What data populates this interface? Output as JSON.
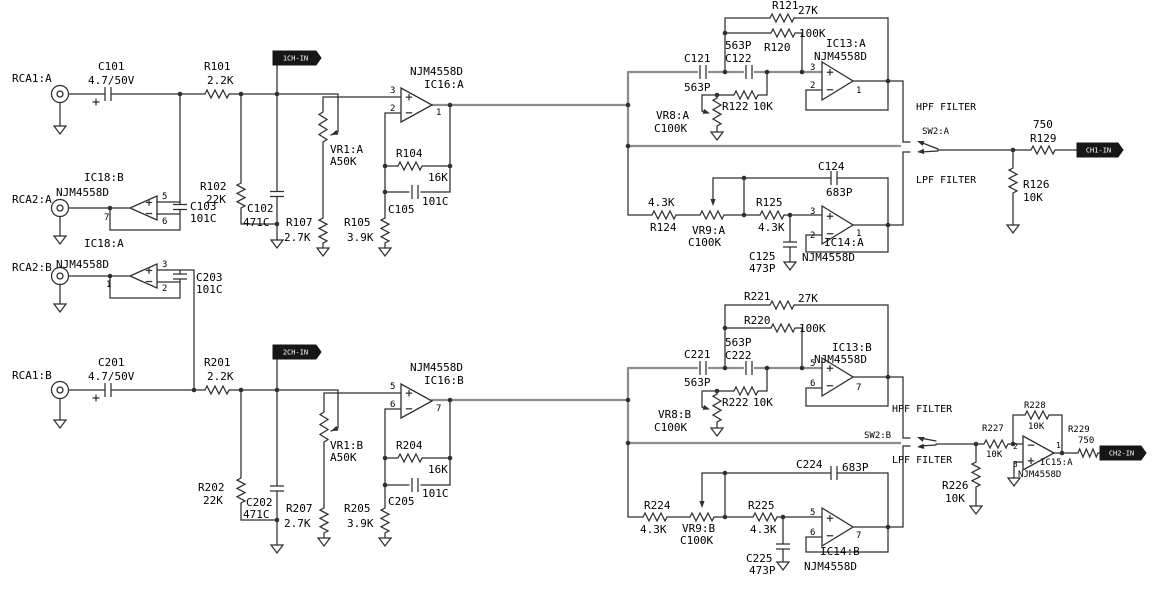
{
  "page": {
    "background": "#ffffff",
    "line_color": "#2f2f2f",
    "highlight_net_color": "#8d8d8d"
  },
  "connectors": {
    "rca1a": "RCA1:A",
    "rca2a": "RCA2:A",
    "rca2b": "RCA2:B",
    "rca1b": "RCA1:B"
  },
  "flags": {
    "ch_a_in": "1CH-IN",
    "ch_b_in": "2CH-IN",
    "ch1_out": "CH1-IN",
    "ch2_out": "CH2-IN"
  },
  "switches": {
    "sw2a": "SW2:A",
    "sw2b": "SW2:B"
  },
  "annotations": {
    "hpf_a": "HPF FILTER",
    "lpf_a": "LPF FILTER",
    "hpf_b": "HPF FILTER",
    "lpf_b": "LPF FILTER"
  },
  "ics": {
    "ic18b": {
      "ref": "IC18:B",
      "part": "NJM4558D",
      "pin_plus": "5",
      "pin_minus": "6",
      "pin_out": "7"
    },
    "ic18a": {
      "ref": "IC18:A",
      "part": "NJM4558D",
      "pin_plus": "3",
      "pin_minus": "2",
      "pin_out": "1"
    },
    "ic16a": {
      "ref": "IC16:A",
      "part": "NJM4558D",
      "pin_plus": "3",
      "pin_minus": "2",
      "pin_out": "1"
    },
    "ic16b": {
      "ref": "IC16:B",
      "part": "NJM4558D",
      "pin_plus": "5",
      "pin_minus": "6",
      "pin_out": "7"
    },
    "ic13a": {
      "ref": "IC13:A",
      "part": "NJM4558D",
      "pin_plus": "3",
      "pin_minus": "2",
      "pin_out": "1"
    },
    "ic13b": {
      "ref": "IC13:B",
      "part": "NJM4558D",
      "pin_plus": "5",
      "pin_minus": "6",
      "pin_out": "7"
    },
    "ic14a": {
      "ref": "IC14:A",
      "part": "NJM4558D",
      "pin_plus": "3",
      "pin_minus": "2",
      "pin_out": "1"
    },
    "ic14b": {
      "ref": "IC14:B",
      "part": "NJM4558D",
      "pin_plus": "5",
      "pin_minus": "6",
      "pin_out": "7"
    },
    "ic15a": {
      "ref": "IC15:A",
      "part": "NJM4558D",
      "pin_plus": "3",
      "pin_minus": "2",
      "pin_out": "1"
    }
  },
  "components": {
    "c101": {
      "ref": "C101",
      "value": "4.7/50V"
    },
    "r101": {
      "ref": "R101",
      "value": "2.2K"
    },
    "r102": {
      "ref": "R102",
      "value": "22K"
    },
    "c102": {
      "ref": "C102",
      "value": "471C"
    },
    "c103": {
      "ref": "C103",
      "value": "101C"
    },
    "r107": {
      "ref": "R107",
      "value": "2.7K"
    },
    "vr1a": {
      "ref": "VR1:A",
      "value": "A50K"
    },
    "r104": {
      "ref": "R104",
      "value": "16K"
    },
    "c105": {
      "ref": "C105",
      "value": "101C"
    },
    "r105": {
      "ref": "R105",
      "value": "3.9K"
    },
    "c121": {
      "ref": "C121",
      "value": "563P"
    },
    "c122": {
      "ref": "C122",
      "value": "563P"
    },
    "r121": {
      "ref": "R121",
      "value": "27K"
    },
    "r120": {
      "ref": "R120",
      "value": "100K"
    },
    "r122": {
      "ref": "R122",
      "value": "10K"
    },
    "vr8a": {
      "ref": "VR8:A",
      "value": "C100K"
    },
    "r124": {
      "ref": "R124",
      "value": "4.3K"
    },
    "vr9a": {
      "ref": "VR9:A",
      "value": "C100K"
    },
    "r125": {
      "ref": "R125",
      "value": "4.3K"
    },
    "c124": {
      "ref": "C124",
      "value": "683P"
    },
    "c125": {
      "ref": "C125",
      "value": "473P"
    },
    "r129": {
      "ref": "R129",
      "value": "750"
    },
    "r126": {
      "ref": "R126",
      "value": "10K"
    },
    "c201": {
      "ref": "C201",
      "value": "4.7/50V"
    },
    "r201": {
      "ref": "R201",
      "value": "2.2K"
    },
    "r202": {
      "ref": "R202",
      "value": "22K"
    },
    "c202": {
      "ref": "C202",
      "value": "471C"
    },
    "c203": {
      "ref": "C203",
      "value": "101C"
    },
    "r207": {
      "ref": "R207",
      "value": "2.7K"
    },
    "vr1b": {
      "ref": "VR1:B",
      "value": "A50K"
    },
    "r204": {
      "ref": "R204",
      "value": "16K"
    },
    "c205": {
      "ref": "C205",
      "value": "101C"
    },
    "r205": {
      "ref": "R205",
      "value": "3.9K"
    },
    "c221": {
      "ref": "C221",
      "value": "563P"
    },
    "c222": {
      "ref": "C222",
      "value": "563P"
    },
    "r221": {
      "ref": "R221",
      "value": "27K"
    },
    "r220": {
      "ref": "R220",
      "value": "100K"
    },
    "r222": {
      "ref": "R222",
      "value": "10K"
    },
    "vr8b": {
      "ref": "VR8:B",
      "value": "C100K"
    },
    "r224": {
      "ref": "R224",
      "value": "4.3K"
    },
    "vr9b": {
      "ref": "VR9:B",
      "value": "C100K"
    },
    "r225": {
      "ref": "R225",
      "value": "4.3K"
    },
    "c224": {
      "ref": "C224",
      "value": "683P"
    },
    "c225": {
      "ref": "C225",
      "value": "473P"
    },
    "r227": {
      "ref": "R227",
      "value": "10K"
    },
    "r228": {
      "ref": "R228",
      "value": "10K"
    },
    "r229": {
      "ref": "R229",
      "value": "750"
    },
    "r226": {
      "ref": "R226",
      "value": "10K"
    }
  }
}
